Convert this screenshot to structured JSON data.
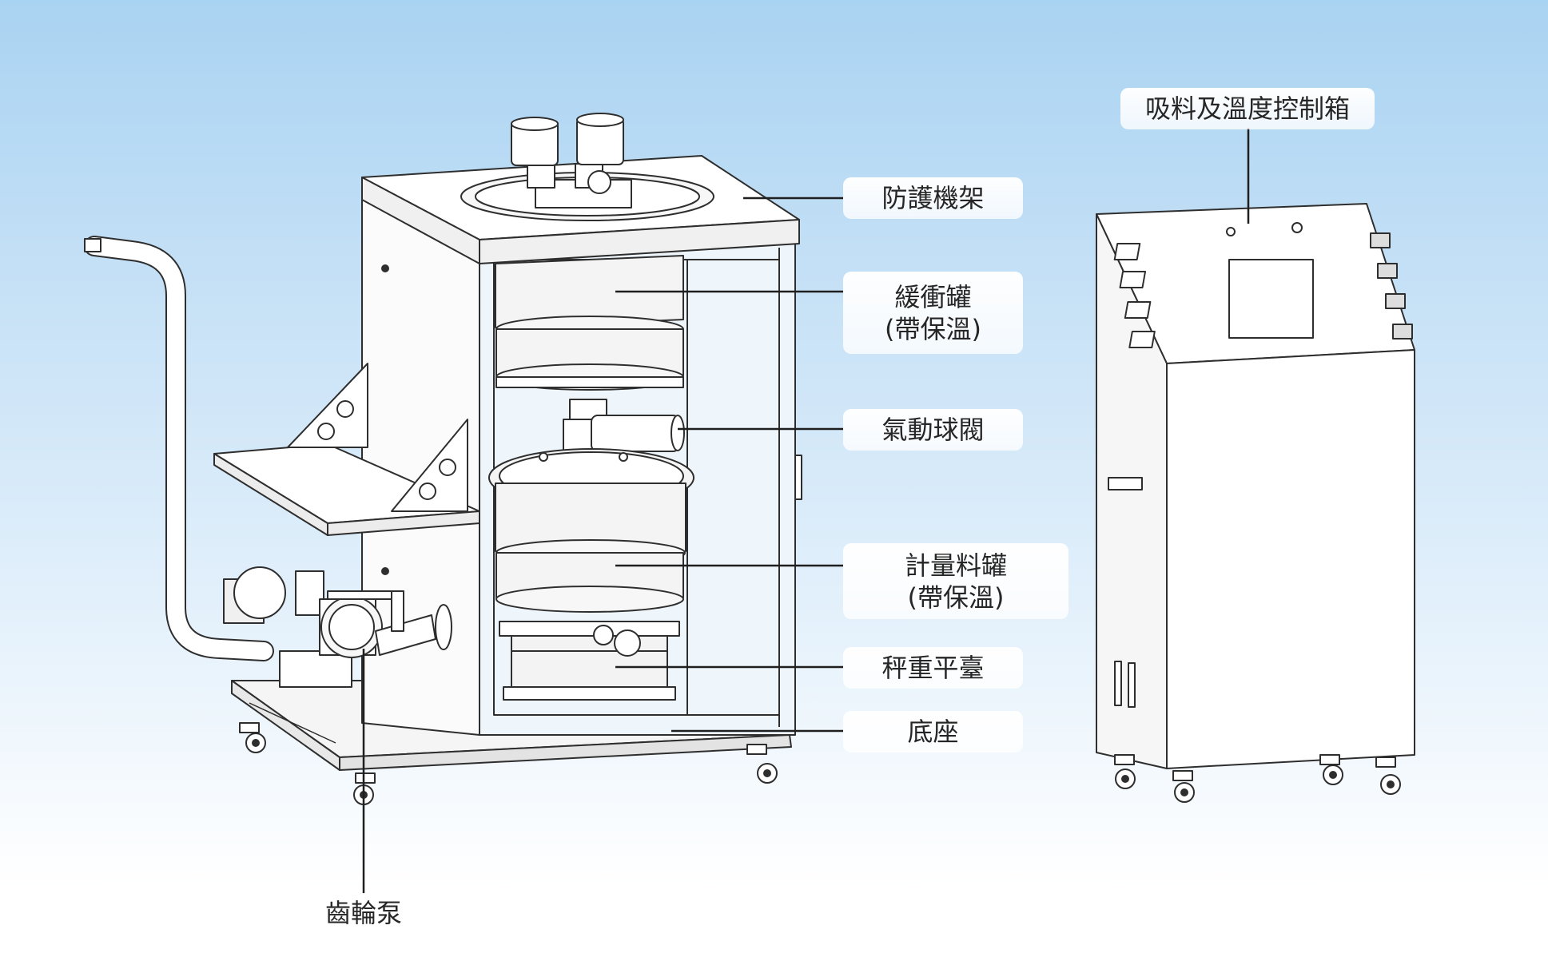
{
  "labels": {
    "protective_frame": "防護機架",
    "buffer_tank": "緩衝罐",
    "buffer_tank_note": "(帶保溫)",
    "pneumatic_ball_valve": "氣動球閥",
    "metering_tank": "計量料罐",
    "metering_tank_note": "(帶保溫)",
    "weighing_platform": "秤重平臺",
    "base": "底座",
    "gear_pump": "齒輪泵",
    "control_box": "吸料及溫度控制箱"
  }
}
